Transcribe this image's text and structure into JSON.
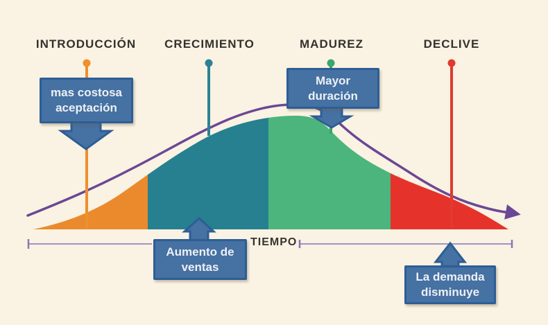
{
  "phases": [
    {
      "label": "INTRODUCCIÓN",
      "marker_color": "#ef8f2e",
      "fill_color": "#eb8a2c"
    },
    {
      "label": "CRECIMIENTO",
      "marker_color": "#2b8294",
      "fill_color": "#26808f"
    },
    {
      "label": "MADUREZ",
      "marker_color": "#3aa56f",
      "fill_color": "#4cb47d"
    },
    {
      "label": "DECLIVE",
      "marker_color": "#e13a2e",
      "fill_color": "#e5332b"
    }
  ],
  "callouts": [
    {
      "line1": "mas costosa",
      "line2": "aceptación",
      "arrow_direction": "down"
    },
    {
      "line1": "Mayor",
      "line2": "duración",
      "arrow_direction": "down"
    },
    {
      "line1": "Aumento de",
      "line2": "ventas",
      "arrow_direction": "up"
    },
    {
      "line1": "La demanda",
      "line2": "disminuye",
      "arrow_direction": "up"
    }
  ],
  "axis": {
    "label": "TIEMPO"
  },
  "colors": {
    "background": "#faf2e2",
    "curve": "#6b4795",
    "timeline": "#a192c7",
    "timeline_tick": "#8a76b4",
    "box_fill": "#4571a3",
    "box_border": "#2d5e96",
    "box_text": "#eef0f4",
    "label_text": "#34312d"
  }
}
